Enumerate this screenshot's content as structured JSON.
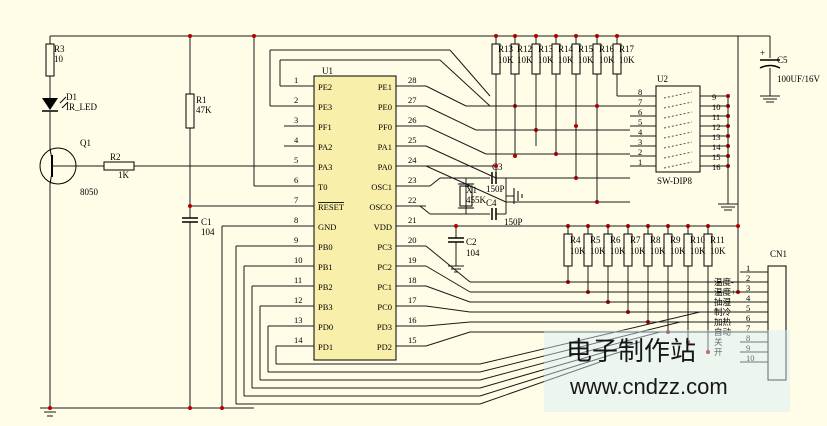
{
  "colors": {
    "background": "#fffde8",
    "chip": "#f7efaa",
    "wire": "#1a1a1a",
    "junction": "#b00000",
    "watermark": "#9fc6e8"
  },
  "chip": {
    "ref": "U1",
    "left_pins": [
      {
        "num": "1",
        "name": "PE2"
      },
      {
        "num": "2",
        "name": "PE3"
      },
      {
        "num": "3",
        "name": "PF1"
      },
      {
        "num": "4",
        "name": "PA2"
      },
      {
        "num": "5",
        "name": "PA3"
      },
      {
        "num": "6",
        "name": "T0"
      },
      {
        "num": "7",
        "name": "RESET"
      },
      {
        "num": "8",
        "name": "GND"
      },
      {
        "num": "9",
        "name": "PB0"
      },
      {
        "num": "10",
        "name": "PB1"
      },
      {
        "num": "11",
        "name": "PB2"
      },
      {
        "num": "12",
        "name": "PB3"
      },
      {
        "num": "13",
        "name": "PD0"
      },
      {
        "num": "14",
        "name": "PD1"
      }
    ],
    "right_pins": [
      {
        "num": "28",
        "name": "PE1"
      },
      {
        "num": "27",
        "name": "PE0"
      },
      {
        "num": "26",
        "name": "PF0"
      },
      {
        "num": "25",
        "name": "PA1"
      },
      {
        "num": "24",
        "name": "PA0"
      },
      {
        "num": "23",
        "name": "OSC1"
      },
      {
        "num": "22",
        "name": "OSCO"
      },
      {
        "num": "21",
        "name": "VDD"
      },
      {
        "num": "20",
        "name": "PC3"
      },
      {
        "num": "19",
        "name": "PC2"
      },
      {
        "num": "18",
        "name": "PC1"
      },
      {
        "num": "17",
        "name": "PC0"
      },
      {
        "num": "16",
        "name": "PD3"
      },
      {
        "num": "15",
        "name": "PD2"
      }
    ]
  },
  "parts": {
    "r3": {
      "ref": "R3",
      "val": "10"
    },
    "d1": {
      "ref": "D1",
      "val": "IR_LED"
    },
    "q1": {
      "ref": "Q1",
      "val": "8050"
    },
    "r2": {
      "ref": "R2",
      "val": "1K"
    },
    "r1": {
      "ref": "R1",
      "val": "47K"
    },
    "c1": {
      "ref": "C1",
      "val": "104"
    },
    "c2": {
      "ref": "C2",
      "val": "104"
    },
    "c3": {
      "ref": "C3",
      "val": "150P"
    },
    "c4": {
      "ref": "C4",
      "val": "150P"
    },
    "x1": {
      "ref": "X1",
      "val": "455K"
    },
    "c5": {
      "ref": "C5",
      "val": "100UF/16V"
    }
  },
  "top_resistors": [
    {
      "ref": "R13",
      "val": "10K"
    },
    {
      "ref": "R12",
      "val": "10K"
    },
    {
      "ref": "R13",
      "val": "10K"
    },
    {
      "ref": "R14",
      "val": "10K"
    },
    {
      "ref": "R15",
      "val": "10K"
    },
    {
      "ref": "R16",
      "val": "10K"
    },
    {
      "ref": "R17",
      "val": "10K"
    }
  ],
  "bottom_resistors": [
    {
      "ref": "R4",
      "val": "10K"
    },
    {
      "ref": "R5",
      "val": "10K"
    },
    {
      "ref": "R6",
      "val": "10K"
    },
    {
      "ref": "R7",
      "val": "10K"
    },
    {
      "ref": "R8",
      "val": "10K"
    },
    {
      "ref": "R9",
      "val": "10K"
    },
    {
      "ref": "R10",
      "val": "10K"
    },
    {
      "ref": "R11",
      "val": "10K"
    }
  ],
  "dip": {
    "ref": "U2",
    "val": "SW-DIP8",
    "left_nums": [
      "8",
      "7",
      "6",
      "5",
      "4",
      "3",
      "2",
      "1"
    ],
    "right_nums": [
      "9",
      "10",
      "11",
      "12",
      "13",
      "14",
      "15",
      "16"
    ]
  },
  "connector": {
    "ref": "CN1",
    "pins": [
      {
        "num": "1",
        "label": ""
      },
      {
        "num": "2",
        "label": "温度-"
      },
      {
        "num": "3",
        "label": "温度+"
      },
      {
        "num": "4",
        "label": "抽湿"
      },
      {
        "num": "5",
        "label": "制冷"
      },
      {
        "num": "6",
        "label": "加热"
      },
      {
        "num": "7",
        "label": "自动"
      },
      {
        "num": "8",
        "label": "关"
      },
      {
        "num": "9",
        "label": "开"
      },
      {
        "num": "10",
        "label": ""
      }
    ]
  },
  "watermark": {
    "line1": "电子制作站",
    "line2": "www.cndzz.com"
  }
}
